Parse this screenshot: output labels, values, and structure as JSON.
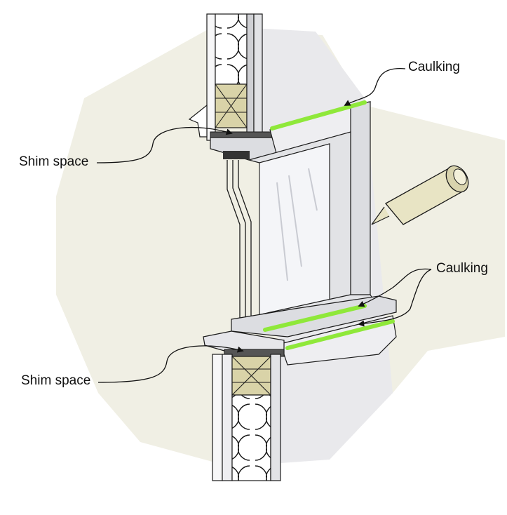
{
  "labels": {
    "caulking_top": "Caulking",
    "caulking_bottom": "Caulking",
    "shim_space_top": "Shim space",
    "shim_space_bottom": "Shim space"
  },
  "colors": {
    "background_blob": "#f0efe4",
    "wall_face": "#e9e9ec",
    "frame_face": "#dcdde1",
    "frame_light": "#eeeef1",
    "glass": "#f4f5f8",
    "caulk_bead": "#8fe83a",
    "shim_wood": "#d9d3a8",
    "stud_wood": "#cbc49a",
    "outline": "#1a1a1a",
    "shim_gap": "#555555",
    "caulk_tube": "#e8e4c4"
  },
  "icons": {
    "caulk_gun": "caulk-tube-icon"
  }
}
